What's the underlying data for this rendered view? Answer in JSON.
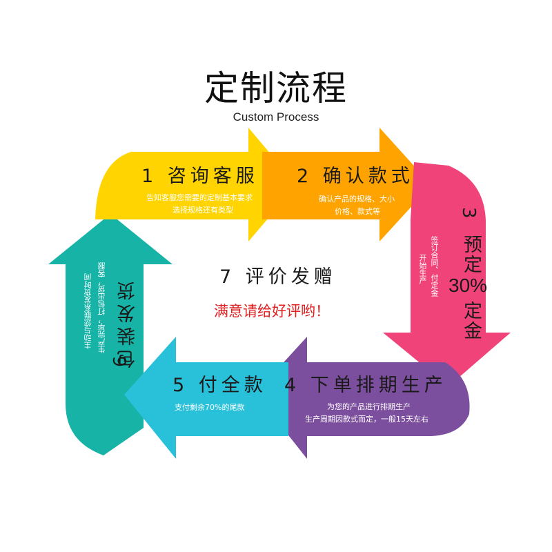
{
  "title": "定制流程",
  "subtitle": "Custom Process",
  "colors": {
    "step1": "#FFD400",
    "step2": "#FFA300",
    "step3": "#F0437A",
    "step4": "#7C4E9E",
    "step5": "#29C1D9",
    "step6": "#16B3A6",
    "accent_red": "#E02020"
  },
  "steps": [
    {
      "label": "1  咨询客服",
      "desc": [
        "告知客服您需要的定制基本要求",
        "选择规格还有类型"
      ]
    },
    {
      "label": "2  确认款式",
      "desc": [
        "确认产品的规格、大小",
        "价格、款式等"
      ]
    },
    {
      "label": "3 预定30%定金",
      "number": "3",
      "text1": "预定",
      "percent": "30%",
      "text2": "定金",
      "desc": [
        "签订合同、付定金",
        "开始生产"
      ]
    },
    {
      "label": "4  下单排期生产",
      "desc": [
        "为您的产品进行排期生产",
        "生产周期因款式而定，一般15天左右"
      ]
    },
    {
      "label": "5  付全款",
      "desc": [
        "支付剩余70%的尾款"
      ]
    },
    {
      "label": "6包装发货",
      "number": "6",
      "text": "包装发货",
      "desc": [
        "生产完毕，打包出货，客服",
        "主动与您联系发货时间"
      ]
    }
  ],
  "center": {
    "label": "7  评价发赠",
    "message": "满意请给好评哟！"
  }
}
